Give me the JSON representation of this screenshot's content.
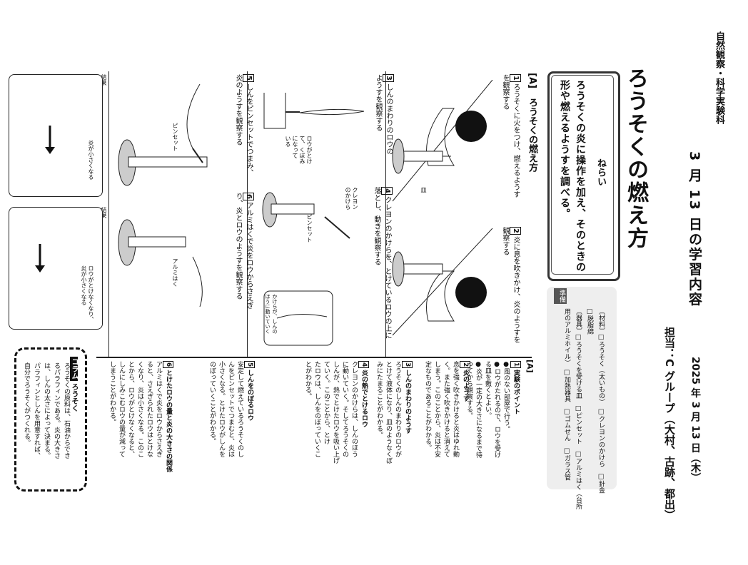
{
  "header": {
    "category": "自然観察・科学実験科",
    "lesson_title": "3 月 13 日の学習内容",
    "date": "2025 年 3 月 13 日（木）",
    "teacher": "担当：C グループ（大村、古跡、都出）"
  },
  "worksheet": {
    "title": "ろうそくの燃え方",
    "aim_label": "ねらい",
    "aim_text": "ろうそくの炎に操作を加え、そのときの\n形や燃えるようすを調べる。",
    "prep_tag": "準備",
    "materials": "〔材料〕□ろうそく（太いもの）　□クレヨンのかけら　□針金",
    "materials2": "□脱脂綿",
    "tools": "〔器具〕□ろうそくを受ける皿　□ピンセット　□アルミはく（台所",
    "tools2": "用のアルミホイル）　□加熱器具　□ゴムせん　□ガラス管",
    "section_A_head": "[A]　ろうそくの燃え方",
    "steps": [
      {
        "num": "1",
        "text": "ろうそくに火をつけ、燃えるようす\nを観察する"
      },
      {
        "num": "2",
        "text": "炎に息を吹きかけ、炎のようすを\n観察する"
      },
      {
        "num": "3",
        "text": "しんのまわりのロウの\nようすを観察する"
      },
      {
        "num": "4",
        "text": "クレヨンのかけらを、とけているロウの上に\n落とし、動きを観察する"
      },
      {
        "num": "5",
        "text": "しんをピンセットでつまみ、\n炎のようすを観察する"
      },
      {
        "num": "6",
        "text": "アルミはくで炎をロウからさえぎ\nり、炎とロウのようすを観察する"
      }
    ],
    "labels": {
      "dish": "皿",
      "rou_melt": "ロウがとけ\nて、くぼみ\nになって\nいる",
      "crayon": "クレヨン\nのかけら",
      "tweezers1": "ピンセット",
      "tweezers2": "ピンセット",
      "crayon_move": "かけらが、しんの\nほうに動いていく",
      "aluminum": "アルミはく",
      "result": "結果",
      "result2": "結果",
      "result_flame_small": "炎が小さくなる",
      "result_rou_hardens": "ロウがとけなくなり、\n炎が小さくなる"
    },
    "section_A_right_head": "[A]",
    "points": [
      {
        "num": "1",
        "title": "実験のポイント",
        "text": "●風のない部屋で行う。\n●ロウがたれるので、ロウを受け\nる皿を敷くとよい。\n●炎が一定の大きさになるまで待\nってから観察する。"
      },
      {
        "num": "2",
        "title": "炎のようす",
        "text": "息を強く吹きかけると炎はゆれ動\nく。また強く吹きかけると消えて\nしまう。このことから、炎は不安\n定なものであることがわかる。"
      },
      {
        "num": "3",
        "title": "しんのまわりのようす",
        "text": "ろうそくのしんのまわりのロウが\nとけて液体になり、皿のようなくぼ\nみにたまることがわかる。"
      },
      {
        "num": "4",
        "title": "炎の熱でとけるロウ",
        "text": "クレヨンのかけらは、しんのほう\nに動いていく。そしてろうそくの\nしんが、熱でとけたロウを吸い上げ\nていく。このことから、とけ\nたロウは、しんをのぼっていくこ\nとがわかる。"
      },
      {
        "num": "5",
        "title": "しんをのぼるロウ",
        "text": "安定して燃えているろうそくのし\nんをピンセットでつまむと、炎は\n小さくなる。とけたロウがしんを\nのぼっていくことがわかる。"
      },
      {
        "num": "6",
        "title": "とけたロウの量と炎の大きさの関係",
        "text": "アルミはくで炎をロウからさえぎ\nると、さえぎられたロウはとけな\nくなり、炎は小さくなる。このこ\nとから、ロウがとけなくなると、\nしんにしみこむロウの量が減って\nしまうことがわかる。"
      }
    ],
    "column": {
      "badge": "コラム",
      "title": "ろうそく",
      "text": "ろうそくの原料は、石油からでき\nるパラフィンである。炎の大きさ\nは、しんの太さによって決まる。\nパラフィンとしんを用意すれば、\n自分でろうそくがつくれる。"
    }
  }
}
